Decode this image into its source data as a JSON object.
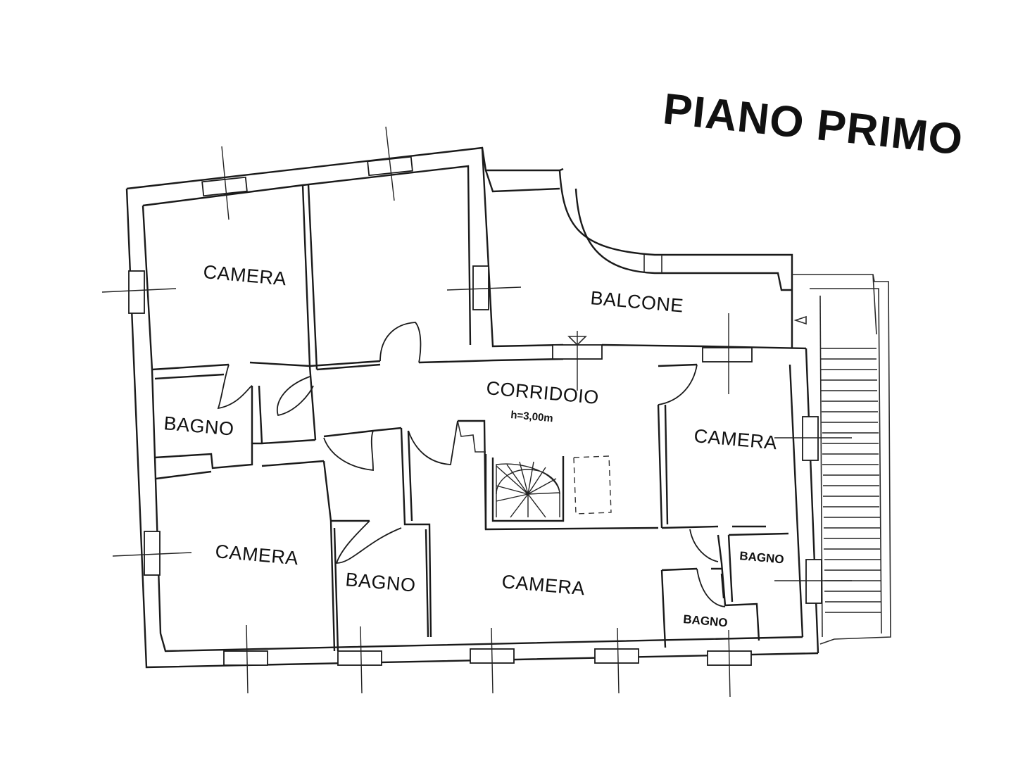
{
  "title": "PIANO PRIMO",
  "rooms": {
    "camera_top_left": "CAMERA",
    "bagno_left": "BAGNO",
    "balcone": "BALCONE",
    "corridoio": "CORRIDOIO",
    "corridoio_height": "h=3,00m",
    "camera_right": "CAMERA",
    "bagno_right_upper": "BAGNO",
    "bagno_right_lower": "BAGNO",
    "camera_bottom_left": "CAMERA",
    "bagno_bottom": "BAGNO",
    "camera_bottom_center": "CAMERA"
  }
}
